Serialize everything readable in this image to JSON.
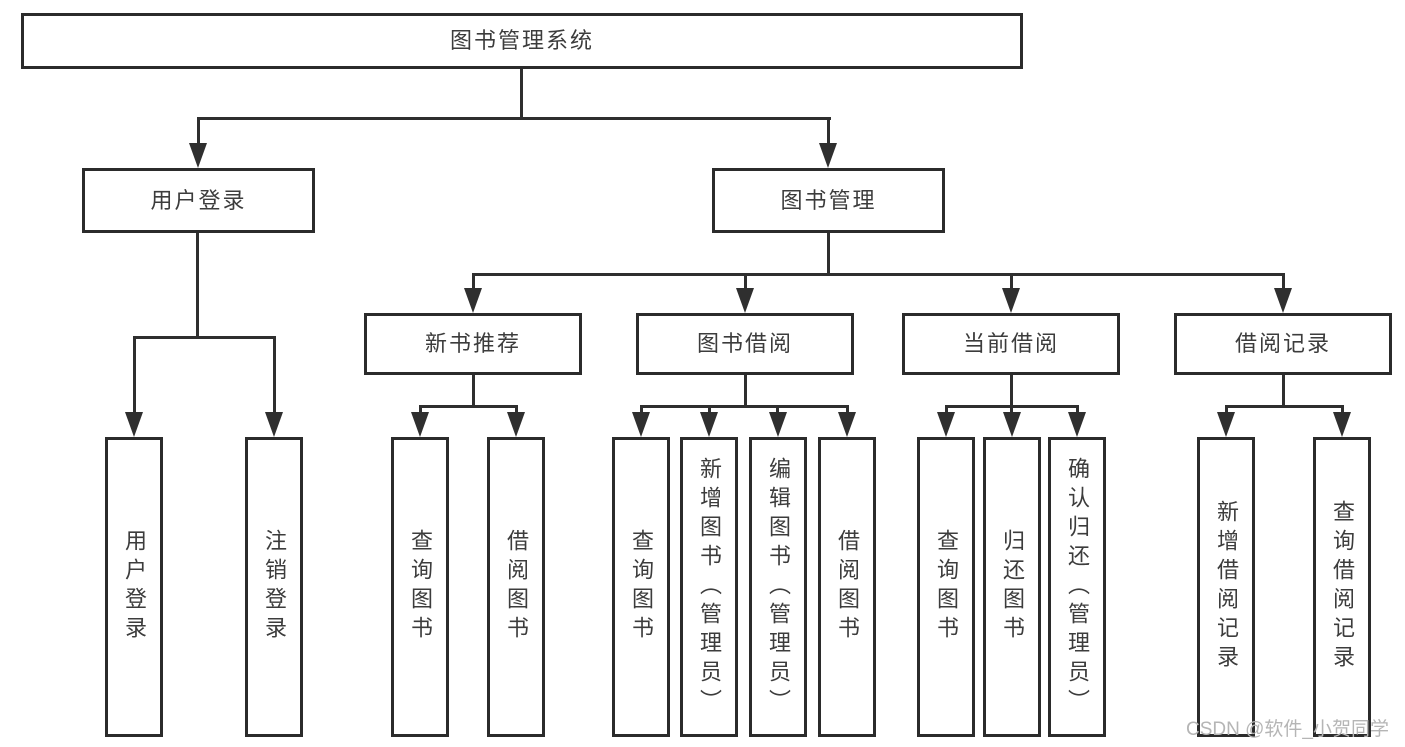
{
  "tree": {
    "label": "图书管理系统",
    "children": [
      {
        "label": "用户登录",
        "children": [
          {
            "label": "用户登录"
          },
          {
            "label": "注销登录"
          }
        ]
      },
      {
        "label": "图书管理",
        "children": [
          {
            "label": "新书推荐",
            "children": [
              {
                "label": "查询图书"
              },
              {
                "label": "借阅图书"
              }
            ]
          },
          {
            "label": "图书借阅",
            "children": [
              {
                "label": "查询图书"
              },
              {
                "label": "新增图书（管理员）"
              },
              {
                "label": "编辑图书（管理员）"
              },
              {
                "label": "借阅图书"
              }
            ]
          },
          {
            "label": "当前借阅",
            "children": [
              {
                "label": "查询图书"
              },
              {
                "label": "归还图书"
              },
              {
                "label": "确认归还（管理员）"
              }
            ]
          },
          {
            "label": "借阅记录",
            "children": [
              {
                "label": "新增借阅记录"
              },
              {
                "label": "查询借阅记录"
              }
            ]
          }
        ]
      }
    ]
  },
  "watermark": {
    "text": "CSDN @软件_小贺同学"
  },
  "colors": {
    "line": "#2f2f2f",
    "border": "#2b2b2b",
    "text": "#3c3c3c",
    "watermark": "#b5b5b5",
    "bg": "#ffffff"
  }
}
